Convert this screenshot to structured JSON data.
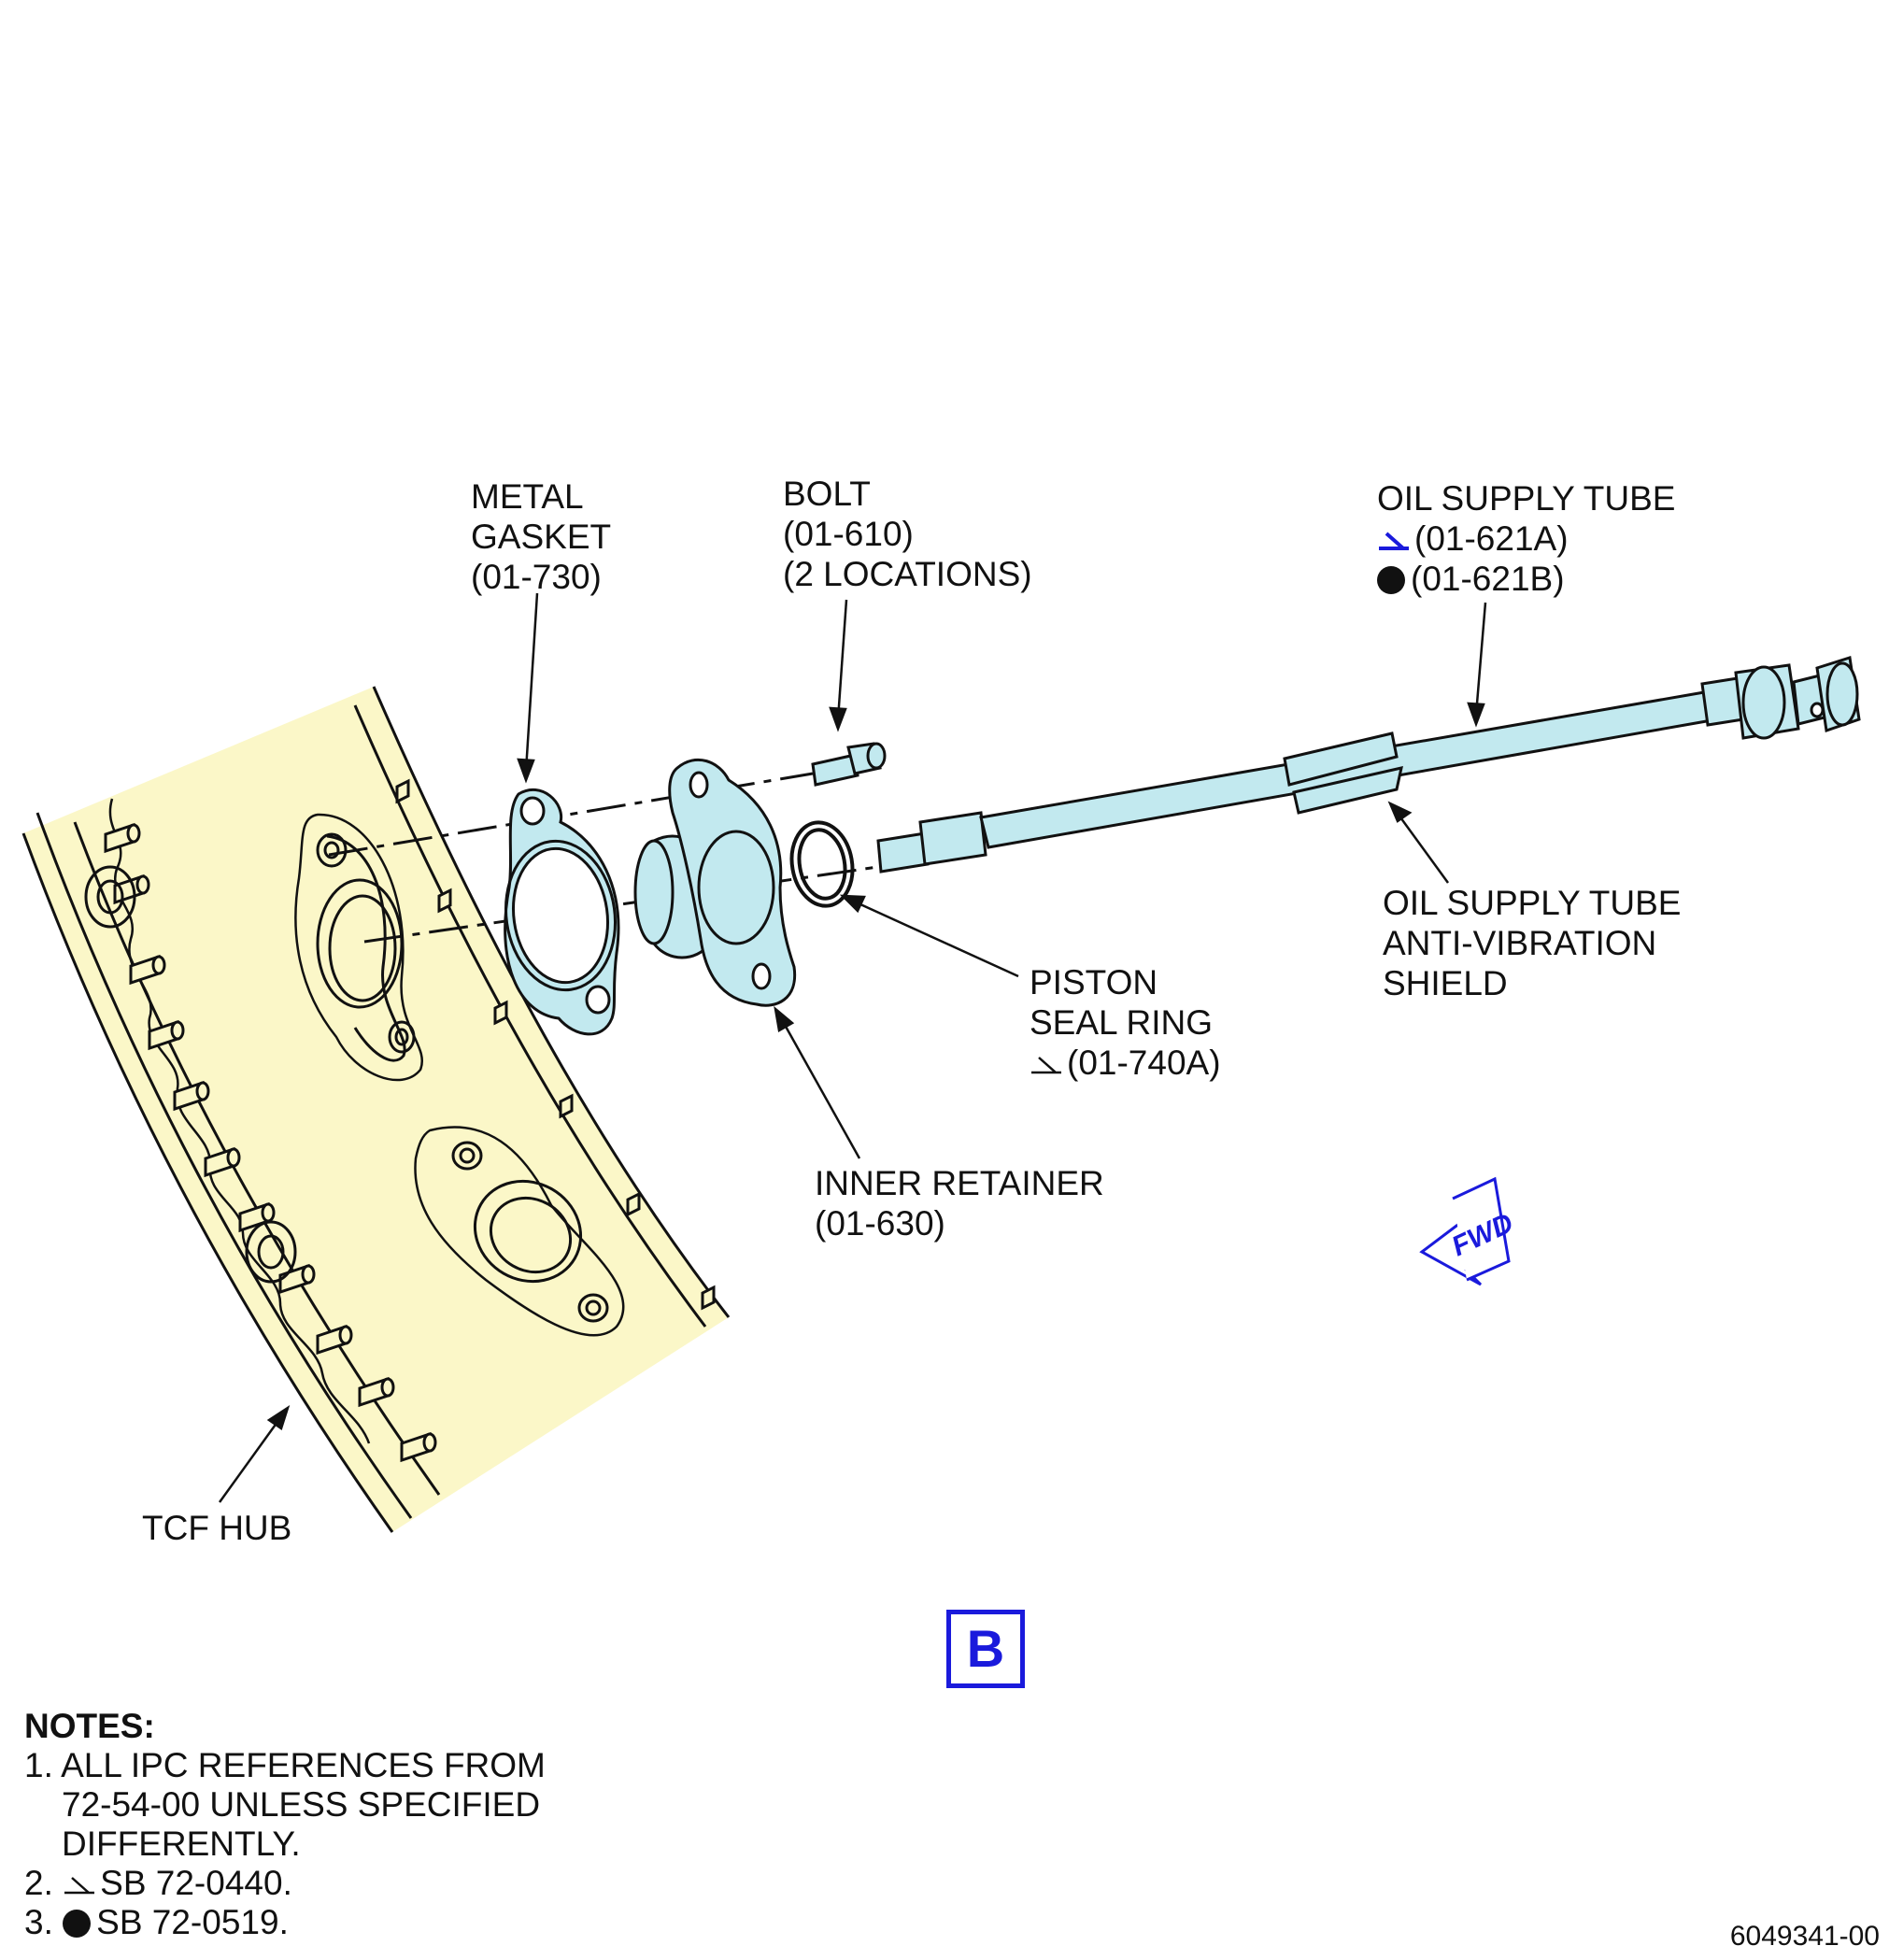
{
  "labels": {
    "metal_gasket": [
      "METAL",
      "GASKET",
      "(01-730)"
    ],
    "bolt": [
      "BOLT",
      "(01-610)",
      "(2 LOCATIONS)"
    ],
    "oil_supply_tube": {
      "line1": "OIL SUPPLY TUBE",
      "line2": "(01-621A)",
      "line3": "(01-621B)"
    },
    "anti_vibration_shield": [
      "OIL SUPPLY TUBE",
      "ANTI-VIBRATION",
      "SHIELD"
    ],
    "piston_seal_ring": {
      "line1": "PISTON",
      "line2": "SEAL RING",
      "line3": "(01-740A)"
    },
    "inner_retainer": [
      "INNER RETAINER",
      "(01-630)"
    ],
    "tcf_hub": "TCF HUB",
    "fwd": "FWD"
  },
  "view_label": "B",
  "notes": {
    "heading": "NOTES:",
    "note1": [
      "1. ALL IPC REFERENCES FROM",
      "72-54-00 UNLESS SPECIFIED",
      "DIFFERENTLY."
    ],
    "note2": {
      "num": "2.",
      "text": "SB 72-0440."
    },
    "note3": {
      "num": "3.",
      "text": "SB 72-0519."
    }
  },
  "figure_number": "6049341-00",
  "colors": {
    "hub_fill": "#fbf7c8",
    "part_fill": "#c2e9ef",
    "accent_blue": "#1a1adc",
    "line": "#111111"
  }
}
